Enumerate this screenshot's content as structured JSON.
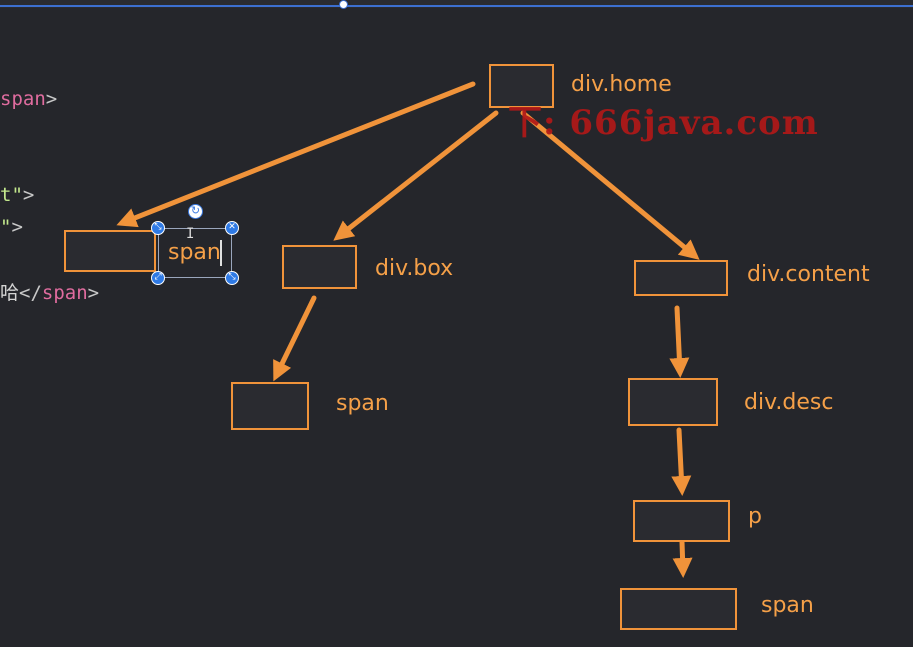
{
  "code_fragment": {
    "line1": {
      "tag": "span",
      "close": ">"
    },
    "line2": {
      "str": "t",
      "quote": "\"",
      "close": ">"
    },
    "line3": {
      "quote": "\"",
      "close": ">"
    },
    "line4": {
      "text": "哈",
      "open": "</",
      "tag": "span",
      "close": ">"
    }
  },
  "diagram": {
    "nodes": [
      {
        "id": "div-home",
        "label": "div.home"
      },
      {
        "id": "span-left",
        "label": "span"
      },
      {
        "id": "div-box",
        "label": "div.box"
      },
      {
        "id": "span-box-child",
        "label": "span"
      },
      {
        "id": "div-content",
        "label": "div.content"
      },
      {
        "id": "div-desc",
        "label": "div.desc"
      },
      {
        "id": "p",
        "label": "p"
      },
      {
        "id": "span-bottom",
        "label": "span"
      }
    ],
    "edges": [
      {
        "from": "div-home",
        "to": "span-left"
      },
      {
        "from": "div-home",
        "to": "div-box"
      },
      {
        "from": "div-home",
        "to": "div-content"
      },
      {
        "from": "div-box",
        "to": "span-box-child"
      },
      {
        "from": "div-content",
        "to": "div-desc"
      },
      {
        "from": "div-desc",
        "to": "p"
      },
      {
        "from": "p",
        "to": "span-bottom"
      }
    ],
    "arrow_color": "#f0933a",
    "box_color": "#f0933a",
    "label_color": "#f5a048"
  },
  "watermark": "下: 666java.com",
  "selection": {
    "handle_icons": [
      "resize-icon",
      "close-icon",
      "rotate-icon"
    ]
  }
}
